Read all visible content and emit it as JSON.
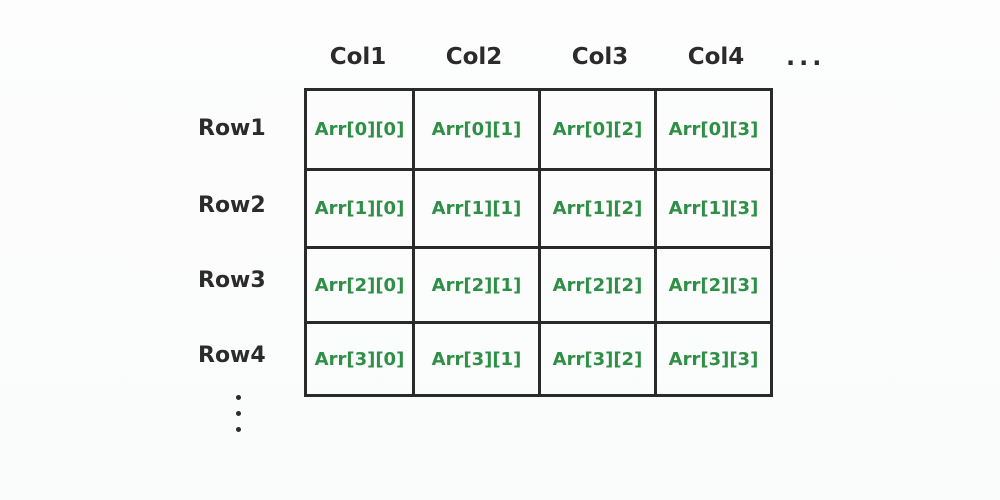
{
  "column_headers": [
    "Col1",
    "Col2",
    "Col3",
    "Col4"
  ],
  "column_ellipsis": "...",
  "row_headers": [
    "Row1",
    "Row2",
    "Row3",
    "Row4"
  ],
  "cells": [
    [
      "Arr[0][0]",
      "Arr[0][1]",
      "Arr[0][2]",
      "Arr[0][3]"
    ],
    [
      "Arr[1][0]",
      "Arr[1][1]",
      "Arr[1][2]",
      "Arr[1][3]"
    ],
    [
      "Arr[2][0]",
      "Arr[2][1]",
      "Arr[2][2]",
      "Arr[2][3]"
    ],
    [
      "Arr[3][0]",
      "Arr[3][1]",
      "Arr[3][2]",
      "Arr[3][3]"
    ]
  ],
  "colors": {
    "cell_text": "#2f8f46",
    "header_text": "#2b2b2b",
    "grid_line": "#2a2a2a"
  }
}
